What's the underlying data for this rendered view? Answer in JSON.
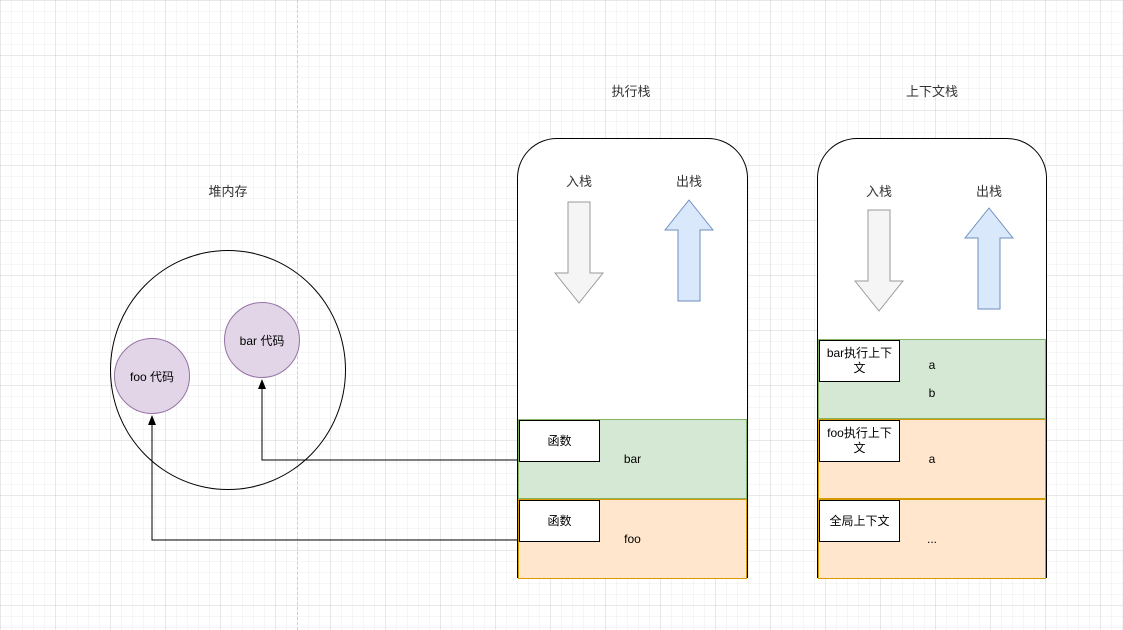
{
  "heap": {
    "title": "堆内存",
    "nodes": [
      {
        "label": "bar 代码"
      },
      {
        "label": "foo 代码"
      }
    ]
  },
  "exec_stack": {
    "title": "执行栈",
    "push_label": "入栈",
    "pop_label": "出栈",
    "frames": [
      {
        "label": "函数",
        "values": [
          "bar"
        ],
        "color": "green"
      },
      {
        "label": "函数",
        "values": [
          "foo"
        ],
        "color": "orange"
      }
    ]
  },
  "context_stack": {
    "title": "上下文栈",
    "push_label": "入栈",
    "pop_label": "出栈",
    "frames": [
      {
        "label": "bar执行上下文",
        "values": [
          "a",
          "b"
        ],
        "color": "green"
      },
      {
        "label": "foo执行上下文",
        "values": [
          "a"
        ],
        "color": "orange"
      },
      {
        "label": "全局上下文",
        "values": [
          "..."
        ],
        "color": "orange"
      }
    ]
  },
  "colors": {
    "green_fill": "#d5e8d4",
    "green_border": "#82b366",
    "orange_fill": "#ffe6cc",
    "orange_border": "#d79b00",
    "purple_fill": "#e1d5e7",
    "purple_border": "#9673a6",
    "blue_arrow_fill": "#dae8fc",
    "blue_arrow_border": "#6c8ebf",
    "gray_arrow_fill": "#f5f5f5",
    "gray_arrow_border": "#999999",
    "connector": "#000000"
  }
}
